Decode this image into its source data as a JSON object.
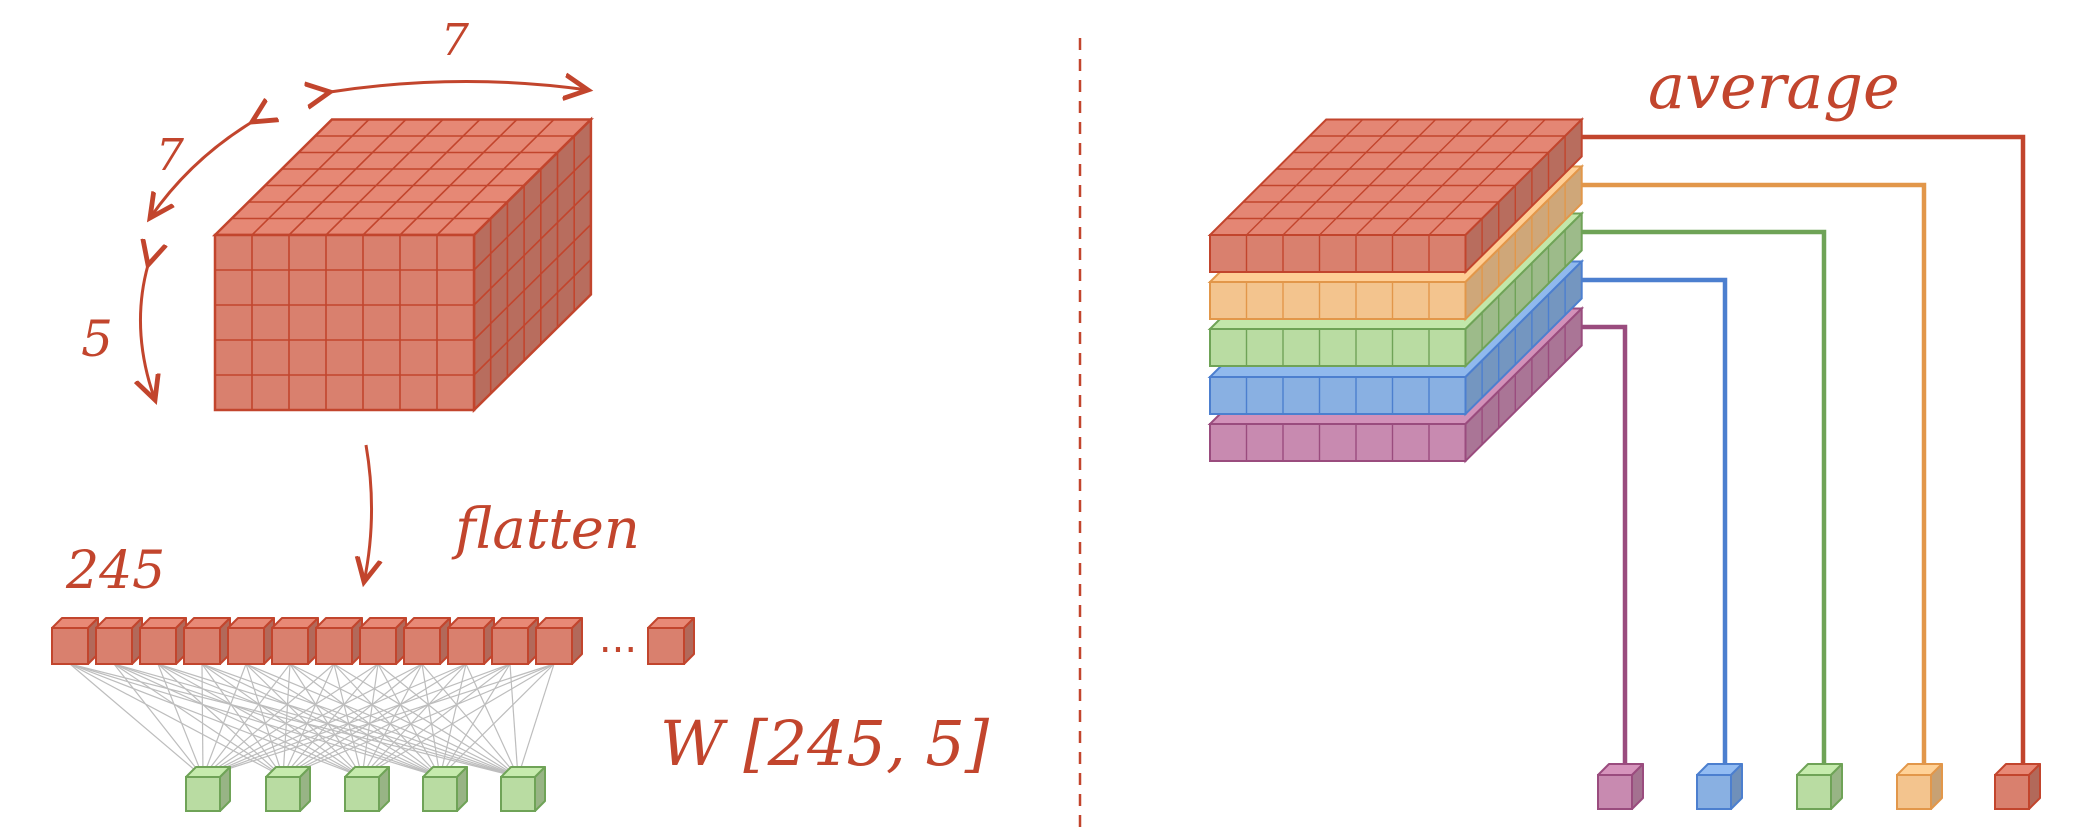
{
  "left_panel": {
    "dim_width": "7",
    "dim_depth": "7",
    "dim_height": "5",
    "flatten_label": "flatten",
    "vector_length": "245",
    "ellipsis": "...",
    "weights_label": "W [245, 5]",
    "vector_cells_shown": 13,
    "outputs": 5
  },
  "right_panel": {
    "average_label": "average",
    "channels": [
      "red",
      "orange",
      "green",
      "blue",
      "purple"
    ],
    "outputs": 5
  },
  "colors": {
    "red": "#d9806e",
    "red_stroke": "#c2452d",
    "orange": "#f3c48e",
    "orange_stroke": "#e2974a",
    "green": "#b9dca2",
    "green_stroke": "#6fa357",
    "blue": "#89b0e2",
    "blue_stroke": "#4c7fcf",
    "purple": "#c88ab0",
    "purple_stroke": "#9a4c7e",
    "annotation": "#c2452d",
    "divider": "#c2452d",
    "connection": "#bdbdbd"
  }
}
